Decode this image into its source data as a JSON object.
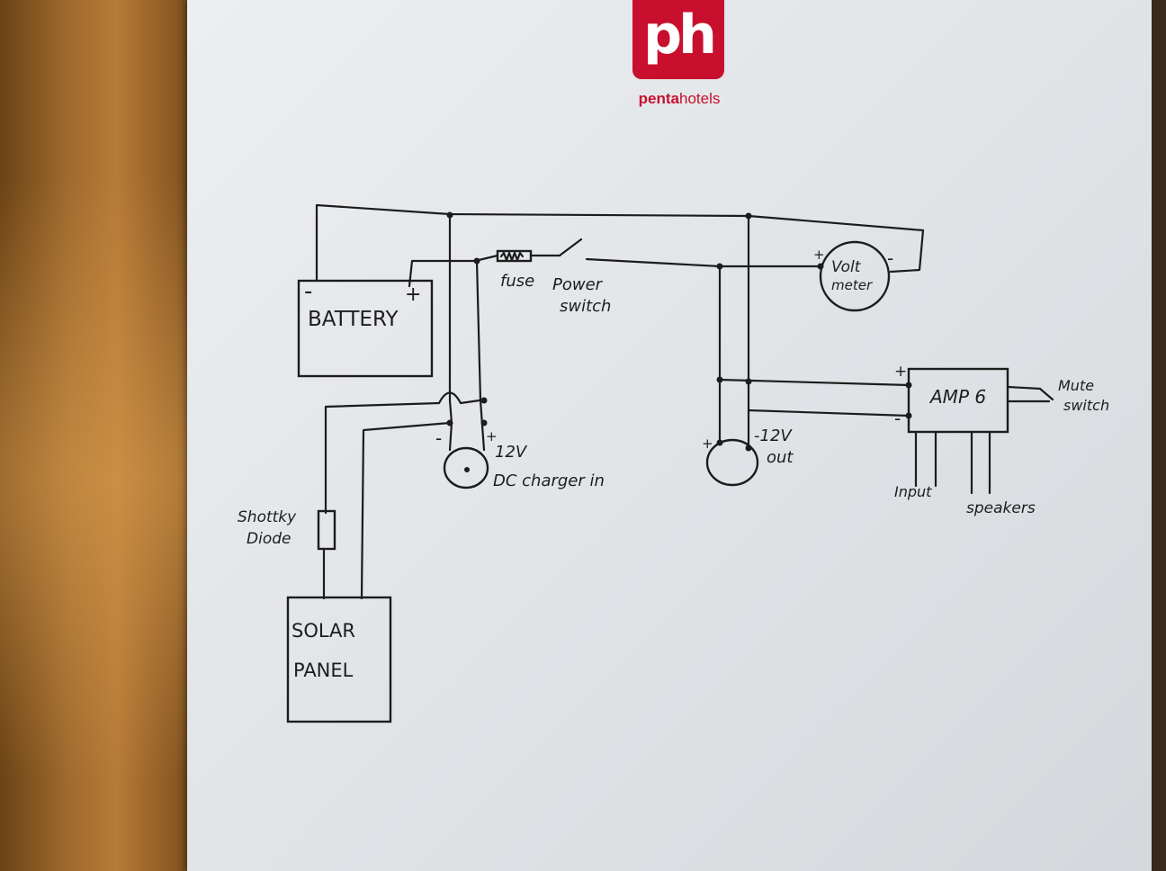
{
  "brand": {
    "logo_mark": "ph",
    "name_part1": "penta",
    "name_part2": "hotels",
    "brand_color": "#c8102e"
  },
  "labels": {
    "battery": "BATTERY",
    "battery_minus": "-",
    "battery_plus": "+",
    "fuse": "fuse",
    "power_switch_line1": "Power",
    "power_switch_line2": "switch",
    "voltmeter_plus": "+",
    "voltmeter_minus": "-",
    "voltmeter_line1": "Volt",
    "voltmeter_line2": "meter",
    "amp": "AMP 6",
    "amp_plus": "+",
    "amp_minus": "-",
    "mute_line1": "Mute",
    "mute_line2": "switch",
    "input": "Input",
    "speakers": "speakers",
    "charger_minus": "-",
    "charger_plus": "+",
    "charger_line1": "12V",
    "charger_line2": "DC charger in",
    "out_plus": "+",
    "out_line1": "-12V",
    "out_line2": "out",
    "diode_line1": "Shottky",
    "diode_line2": "Diode",
    "solar_line1": "SOLAR",
    "solar_line2": "PANEL"
  },
  "icons": [
    "battery-icon",
    "fuse-icon",
    "switch-icon",
    "voltmeter-icon",
    "amplifier-icon",
    "diode-icon",
    "solar-panel-icon",
    "jack-icon"
  ]
}
